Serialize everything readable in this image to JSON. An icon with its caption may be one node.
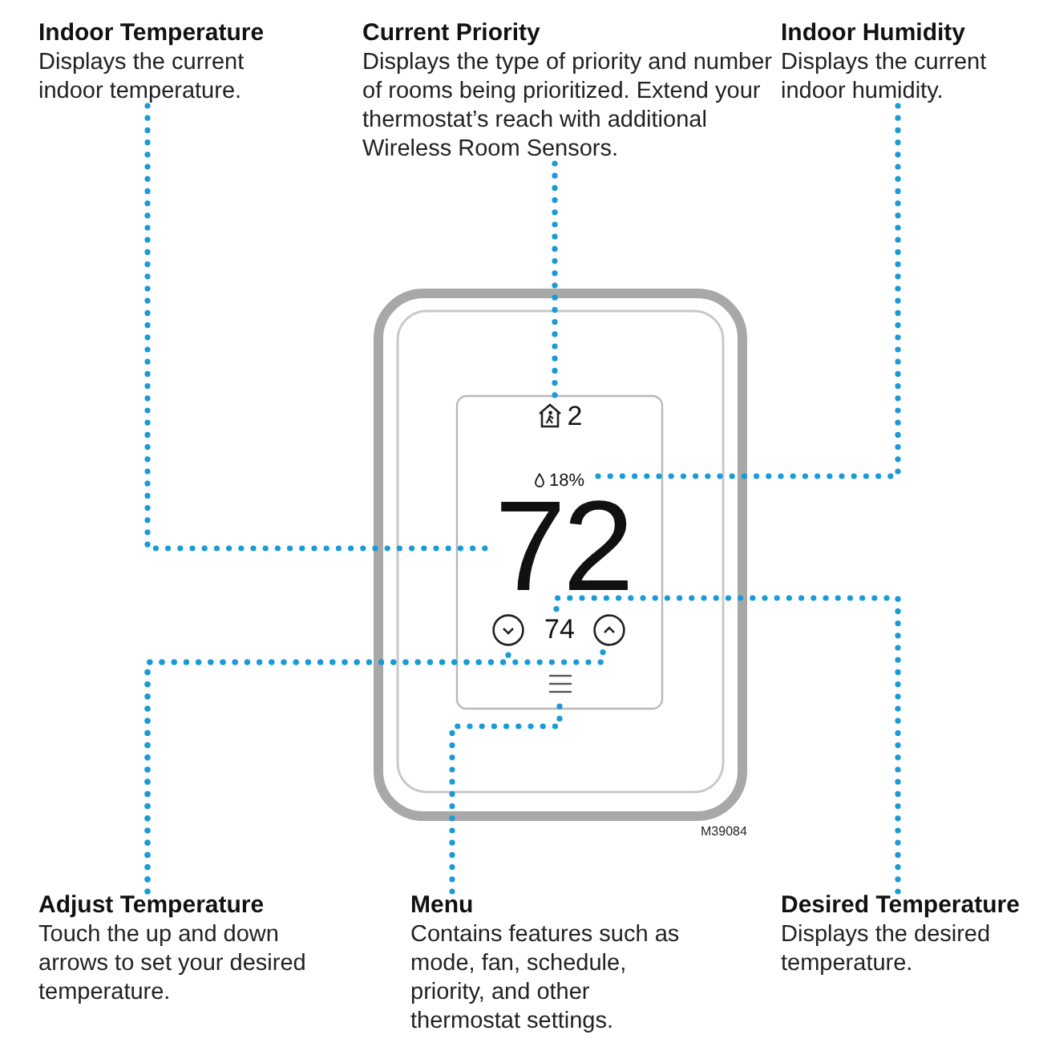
{
  "diagram": {
    "nodes": [
      {
        "text": [
          "Indoor Temperature",
          "Displays the current indoor temperature."
        ]
      },
      {
        "text": [
          "Current Priority",
          "Displays the type of priority and number of rooms being prioritized. Extend your thermostat’s reach with additional Wireless Room Sensors."
        ]
      },
      {
        "text": [
          "Indoor Humidity",
          "Displays the current indoor humidity."
        ]
      },
      {
        "text": [
          "2"
        ]
      },
      {
        "text": [
          "18%"
        ]
      },
      {
        "text": [
          "72"
        ]
      },
      {
        "text": [],
        "shape": "circle"
      },
      {
        "text": [
          "74"
        ]
      },
      {
        "text": [],
        "shape": "circle"
      },
      {
        "text": [],
        "shape": "icon"
      },
      {
        "text": [
          "Adjust Temperature",
          "Touch the up and down arrows to set your desired temperature."
        ]
      },
      {
        "text": [
          "Menu",
          "Contains features such as mode, fan, schedule, priority, and other thermostat settings."
        ]
      },
      {
        "text": [
          "Desired Temperature",
          "Displays the desired temperature."
        ]
      }
    ],
    "edges": [
      {
        "from": 0,
        "to": 5,
        "arrow": "none"
      },
      {
        "from": 1,
        "to": 3,
        "arrow": "none"
      },
      {
        "from": 2,
        "to": 4,
        "arrow": "none"
      },
      {
        "from": 10,
        "to": 6,
        "arrow": "none"
      },
      {
        "from": 10,
        "to": 8,
        "arrow": "none"
      },
      {
        "from": 12,
        "to": 7,
        "arrow": "none"
      },
      {
        "from": 11,
        "to": 9,
        "arrow": "none"
      }
    ],
    "labels": [
      "M39084"
    ]
  }
}
